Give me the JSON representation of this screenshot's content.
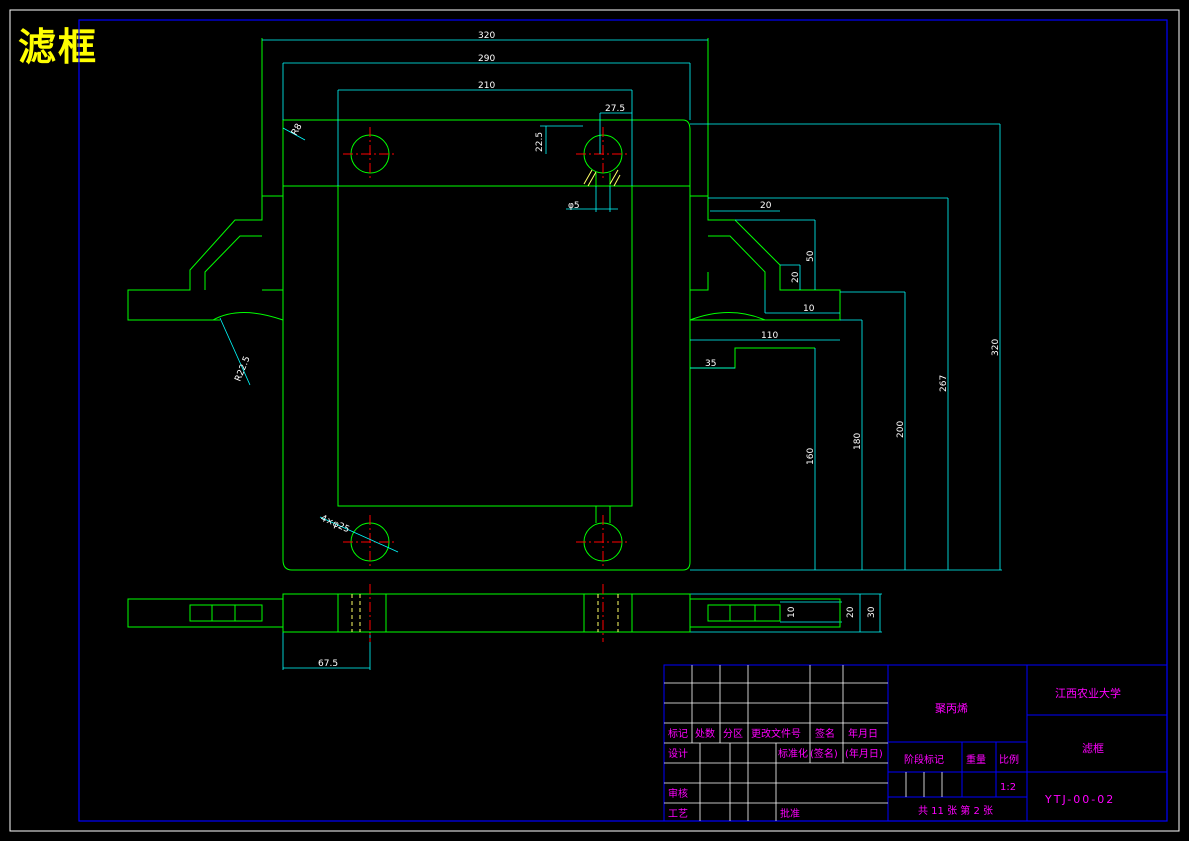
{
  "drawing_title": "滤框",
  "dimensions": {
    "d320_top": "320",
    "d290": "290",
    "d210": "210",
    "d27_5": "27.5",
    "d22_5": "22.5",
    "r8": "R8",
    "phi5": "φ5",
    "d20_a": "20",
    "d50": "50",
    "d20_b": "20",
    "d10": "10",
    "d110": "110",
    "d35": "35",
    "d160": "160",
    "d180": "180",
    "d200": "200",
    "d267": "267",
    "d320_right": "320",
    "r22_5": "R22.5",
    "holes": "4×φ25",
    "d10_side": "10",
    "d20_side": "20",
    "d30_side": "30",
    "d67_5": "67.5"
  },
  "title_block": {
    "material": "聚丙烯",
    "school": "江西农业大学",
    "part_name": "滤框",
    "drawing_no": "YTJ-00-02",
    "scale_label": "比例",
    "scale_value": "1:2",
    "weight_label": "重量",
    "stage_label": "阶段标记",
    "sheet_info": "共 11 张  第 2 张",
    "rev_headers": [
      "标记",
      "处数",
      "分区",
      "更改文件号",
      "签名",
      "年月日"
    ],
    "design": "设计",
    "standardize": "标准化",
    "sign_name": "(签名)",
    "date_label": "(年月日)",
    "review": "审核",
    "process": "工艺",
    "approve": "批准"
  },
  "colors": {
    "outline": "#00ff00",
    "dimension": "#00ffff",
    "center": "#ff0000",
    "border": "#0000ff",
    "frame": "#ffffff",
    "title": "#ffff00",
    "text": "#ff00ff"
  }
}
